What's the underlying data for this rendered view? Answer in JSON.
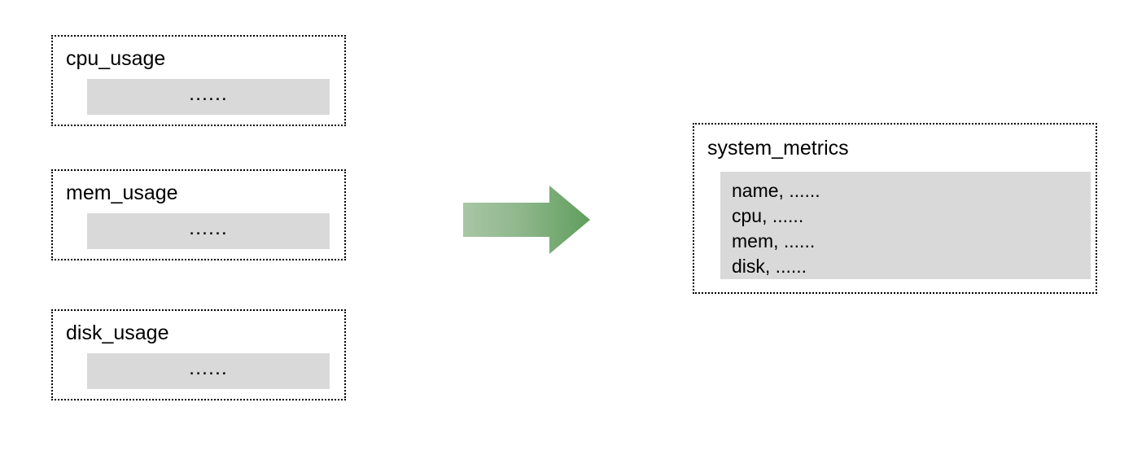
{
  "diagram": {
    "type": "data-merge-flow",
    "direction": "left-to-right",
    "ellipsis": "......",
    "colors": {
      "node_border": "#000000",
      "node_background": "#ffffff",
      "panel_fill": "#d9d9d9",
      "arrow_gradient_start": "#a3c3a0",
      "arrow_gradient_end": "#5f9e5c",
      "text": "#000000"
    },
    "sources": [
      {
        "id": "cpu",
        "title": "cpu_usage",
        "body_text": "......"
      },
      {
        "id": "mem",
        "title": "mem_usage",
        "body_text": "......"
      },
      {
        "id": "disk",
        "title": "disk_usage",
        "body_text": "......"
      }
    ],
    "arrow": {
      "name": "merge-arrow",
      "label": ""
    },
    "target": {
      "id": "system_metrics",
      "title": "system_metrics",
      "lines": [
        "name, ......",
        "cpu, ......",
        "mem, ......",
        "disk, ......"
      ]
    }
  }
}
